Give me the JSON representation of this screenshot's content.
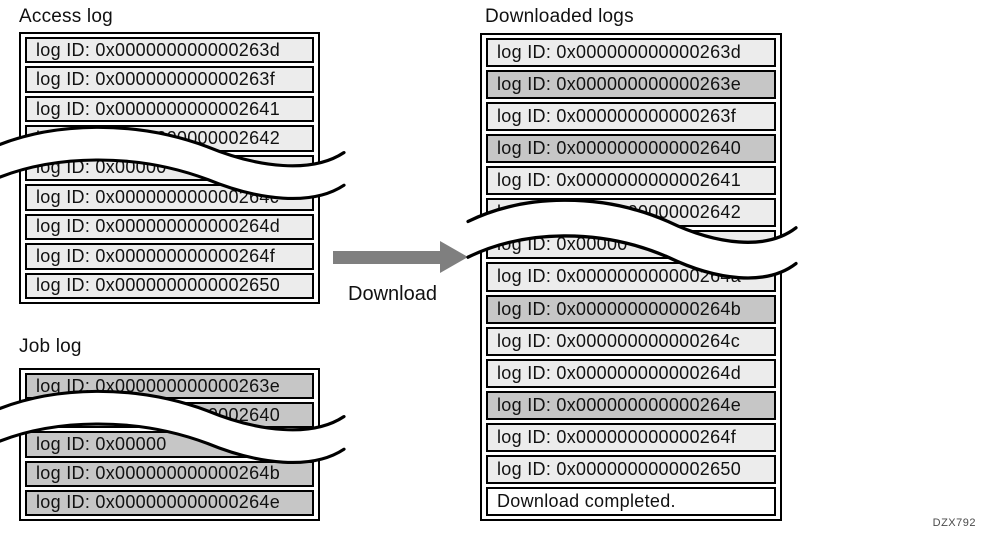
{
  "page": {
    "figure_code": "DZX792",
    "background": "#ffffff"
  },
  "colors": {
    "row_light": "#ececec",
    "row_dark": "#c6c6c6",
    "row_white": "#ffffff",
    "arrow": "#7f7f7f",
    "border": "#000000"
  },
  "arrow": {
    "label": "Download"
  },
  "access_log": {
    "title": "Access log",
    "rows": [
      {
        "text": "log ID: 0x000000000000263d",
        "shade": "light"
      },
      {
        "text": "log ID: 0x000000000000263f",
        "shade": "light"
      },
      {
        "text": "log ID: 0x0000000000002641",
        "shade": "light"
      },
      {
        "text": "log ID: 0x0000000000002642",
        "shade": "light",
        "torn": true
      },
      {
        "text": "log ID: 0x00000",
        "shade": "light",
        "torn": true,
        "partial": true
      },
      {
        "text": "log ID: 0x000000000000264c",
        "shade": "light"
      },
      {
        "text": "log ID: 0x000000000000264d",
        "shade": "light"
      },
      {
        "text": "log ID: 0x000000000000264f",
        "shade": "light"
      },
      {
        "text": "log ID: 0x0000000000002650",
        "shade": "light"
      }
    ]
  },
  "job_log": {
    "title": "Job log",
    "rows": [
      {
        "text": "log ID: 0x000000000000263e",
        "shade": "dark"
      },
      {
        "text": "log ID: 0x0000000000002640",
        "shade": "dark",
        "torn": true
      },
      {
        "text": "log ID: 0x00000",
        "shade": "dark",
        "torn": true,
        "partial": true
      },
      {
        "text": "log ID: 0x000000000000264b",
        "shade": "dark"
      },
      {
        "text": "log ID: 0x000000000000264e",
        "shade": "dark"
      }
    ]
  },
  "downloaded_logs": {
    "title": "Downloaded logs",
    "rows": [
      {
        "text": "log ID: 0x000000000000263d",
        "shade": "light"
      },
      {
        "text": "log ID: 0x000000000000263e",
        "shade": "dark"
      },
      {
        "text": "log ID: 0x000000000000263f",
        "shade": "light"
      },
      {
        "text": "log ID: 0x0000000000002640",
        "shade": "dark"
      },
      {
        "text": "log ID: 0x0000000000002641",
        "shade": "light"
      },
      {
        "text": "log ID: 0x0000000000002642",
        "shade": "light",
        "torn": true
      },
      {
        "text": "log ID: 0x00000",
        "shade": "light",
        "torn": true,
        "partial": true
      },
      {
        "text": "log ID: 0x000000000000264a",
        "shade": "light"
      },
      {
        "text": "log ID: 0x000000000000264b",
        "shade": "dark"
      },
      {
        "text": "log ID: 0x000000000000264c",
        "shade": "light"
      },
      {
        "text": "log ID: 0x000000000000264d",
        "shade": "light"
      },
      {
        "text": "log ID: 0x000000000000264e",
        "shade": "dark"
      },
      {
        "text": "log ID: 0x000000000000264f",
        "shade": "light"
      },
      {
        "text": "log ID: 0x0000000000002650",
        "shade": "light"
      },
      {
        "text": "Download completed.",
        "shade": "white"
      }
    ]
  }
}
